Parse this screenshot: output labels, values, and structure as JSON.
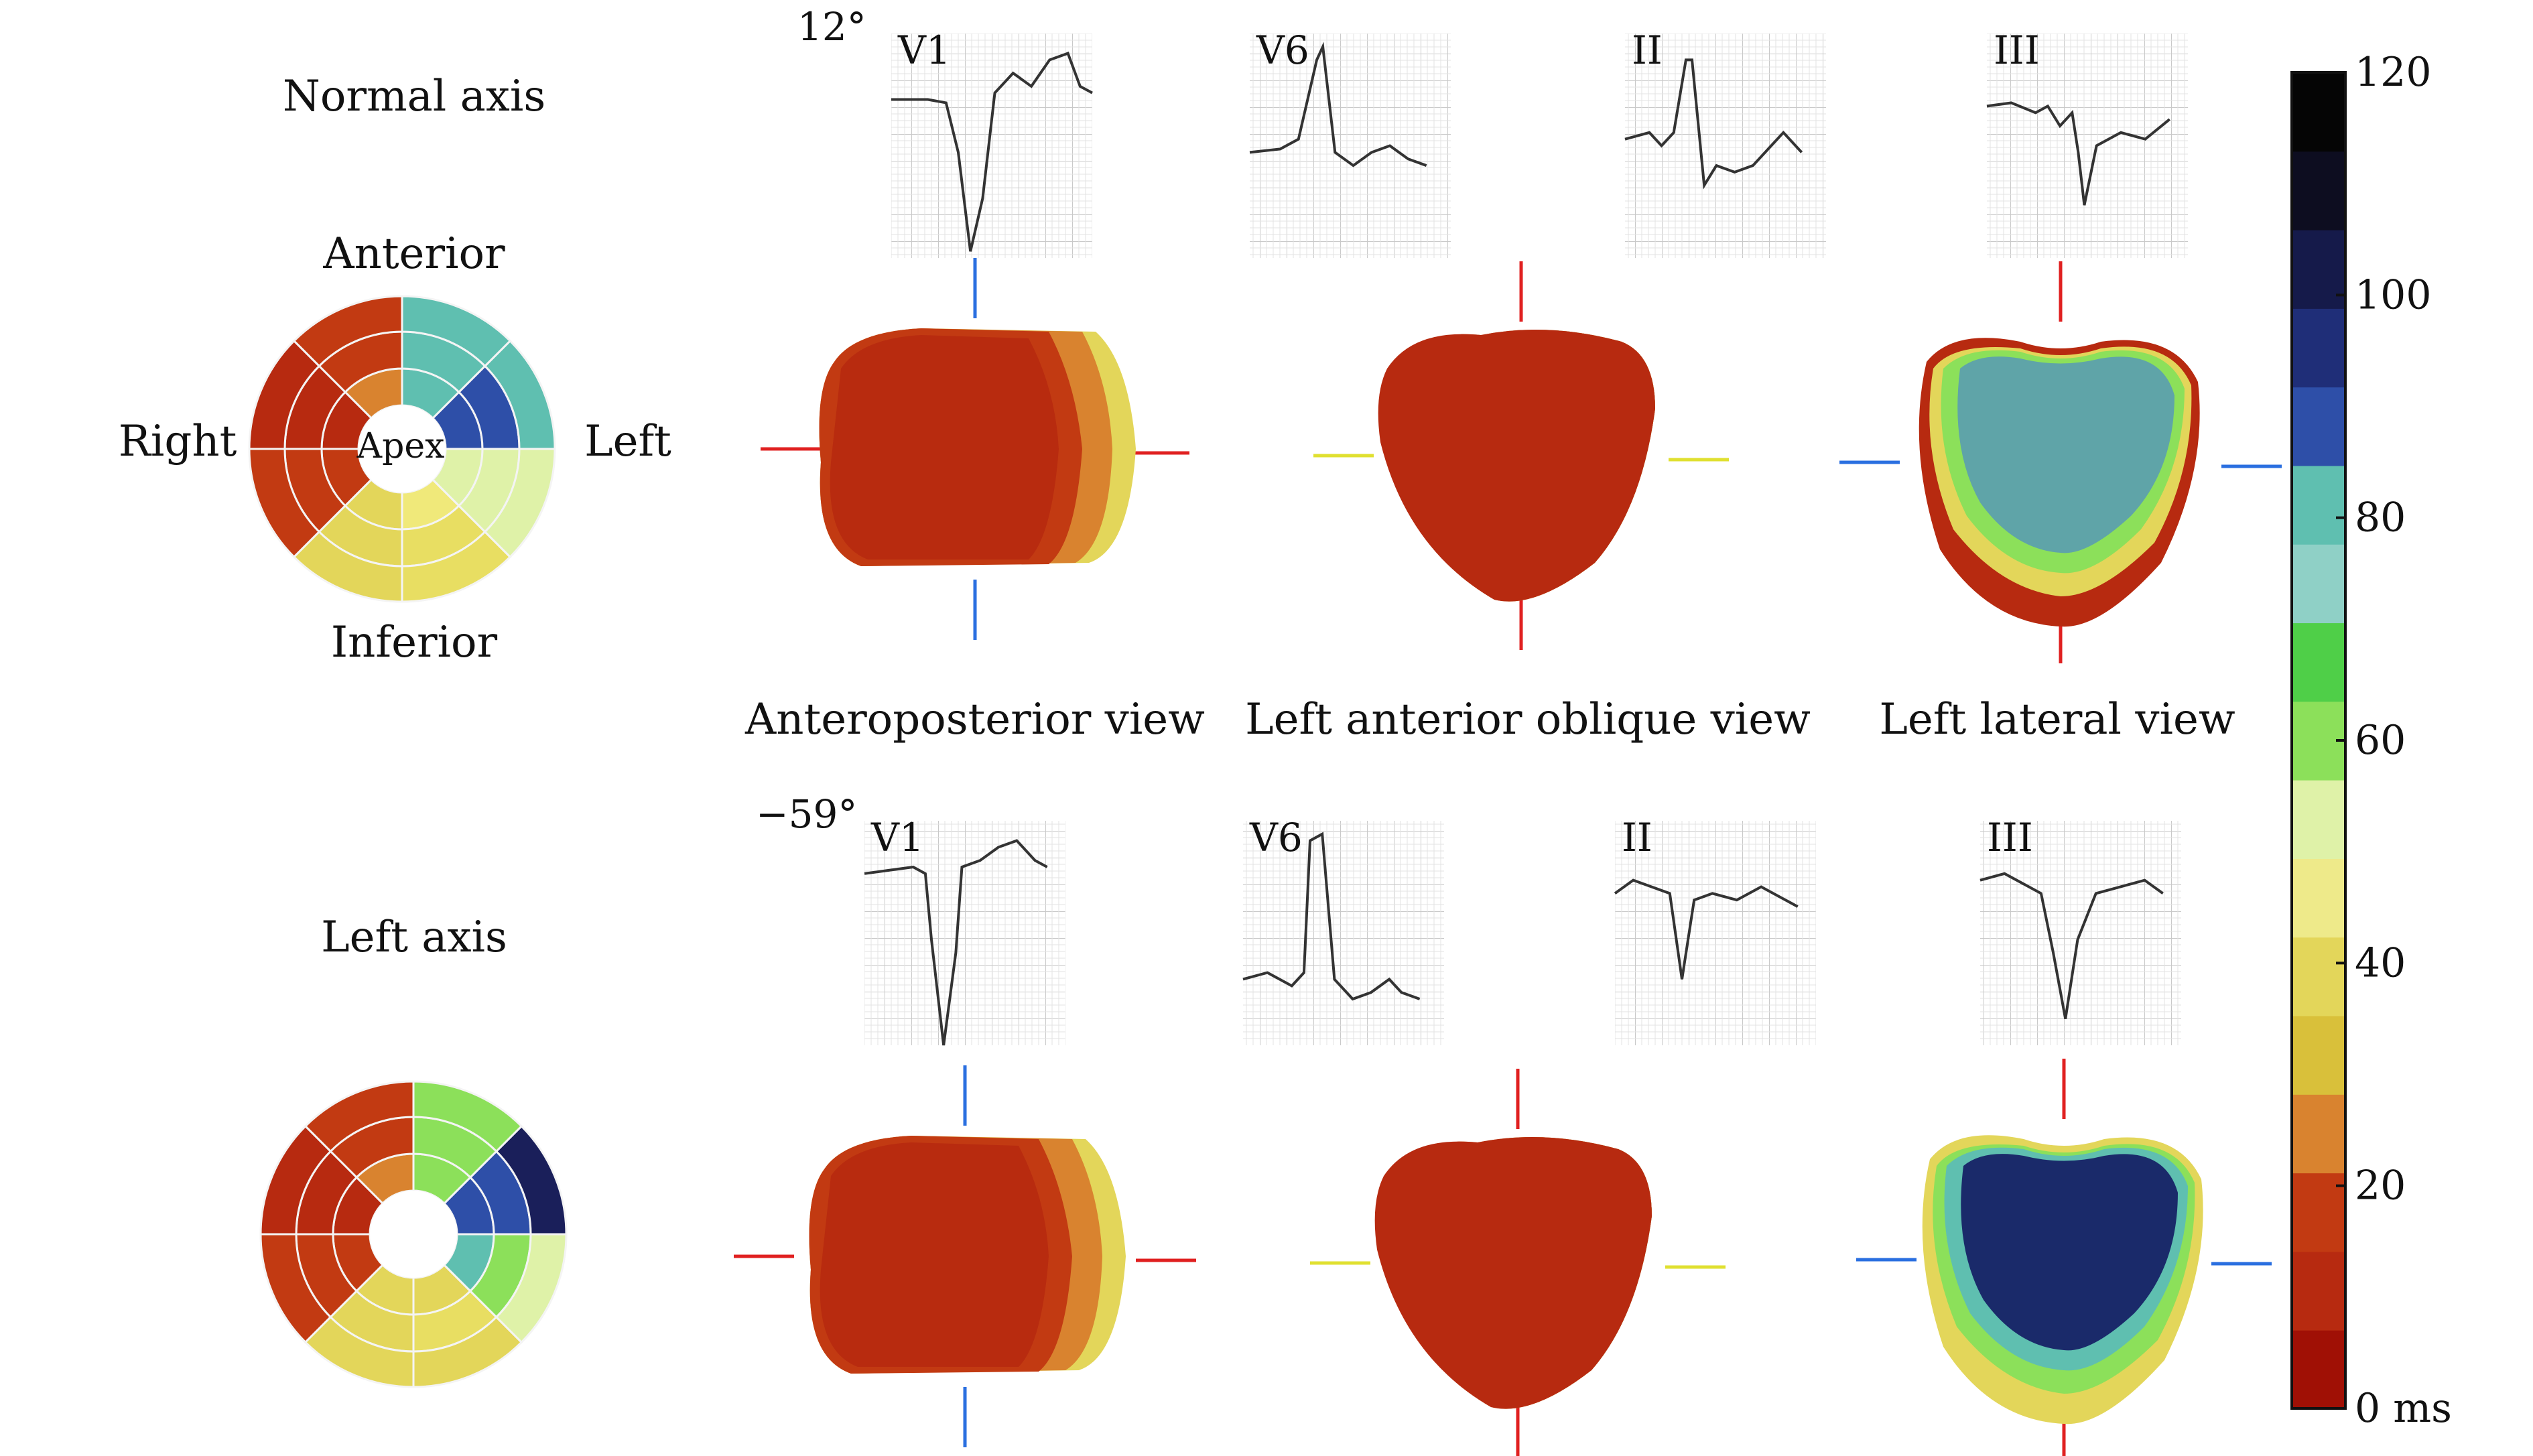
{
  "rows": [
    {
      "axis_label": "Normal axis",
      "angle": "12°",
      "bullseye": {
        "labels": {
          "top": "Anterior",
          "bottom": "Inferior",
          "left": "Right",
          "right": "Left",
          "center": "Apex"
        },
        "inner": [
          "#d9832f",
          "#b72a10",
          "#c23a12",
          "#e3d65a",
          "#f0e97a",
          "#dff2a8",
          "#2e4fa8",
          "#5fbfb0"
        ],
        "middle": [
          "#c23a12",
          "#b72a10",
          "#c23a12",
          "#e3d65a",
          "#e8de62",
          "#dff2a8",
          "#2e4fa8",
          "#5fbfb0"
        ],
        "outer": [
          "#c23a12",
          "#b72a10",
          "#c23a12",
          "#e3d65a",
          "#e8de62",
          "#dff2a8",
          "#5fbfb0",
          "#5fbfb0"
        ]
      },
      "leads": [
        "V1",
        "V6",
        "II",
        "III"
      ]
    },
    {
      "axis_label": "Left axis",
      "angle": "−59°",
      "bullseye": {
        "labels": {
          "top": "",
          "bottom": "",
          "left": "",
          "right": "",
          "center": ""
        },
        "inner": [
          "#d9832f",
          "#b72a10",
          "#c23a12",
          "#e3d65a",
          "#e3d65a",
          "#5fbfb0",
          "#2e4fa8",
          "#8ce05a"
        ],
        "middle": [
          "#c23a12",
          "#b72a10",
          "#c23a12",
          "#e3d65a",
          "#e8de62",
          "#8ce05a",
          "#2e4fa8",
          "#8ce05a"
        ],
        "outer": [
          "#c23a12",
          "#b72a10",
          "#c23a12",
          "#e3d65a",
          "#e3d65a",
          "#dff2a8",
          "#1a1f5a",
          "#8ce05a"
        ]
      },
      "leads": [
        "V1",
        "V6",
        "II",
        "III"
      ]
    }
  ],
  "views": [
    "Anteroposterior view",
    "Left anterior oblique view",
    "Left lateral view"
  ],
  "colorbar": {
    "ticks": [
      "120",
      "100",
      "80",
      "60",
      "40",
      "20",
      "0 ms"
    ],
    "colors": [
      "#a01005",
      "#b72a10",
      "#c23a12",
      "#d9832f",
      "#d9c03a",
      "#e3d65a",
      "#eeea8a",
      "#dff2a8",
      "#8ce05a",
      "#4fcf48",
      "#8fd0c6",
      "#5fbfb0",
      "#2e4fa8",
      "#1f2e78",
      "#151a4a",
      "#0d0d20",
      "#050505"
    ]
  },
  "hearts": [
    {
      "view": "ap",
      "palette": [
        "#b72a10",
        "#c23a12",
        "#d9832f",
        "#e3d65a"
      ]
    },
    {
      "view": "lao",
      "palette": [
        "#b72a10",
        "#d9832f",
        "#e3d65a",
        "#8ce05a",
        "#6f9aa0"
      ]
    },
    {
      "view": "ll",
      "palette": [
        "#b72a10",
        "#e3d65a",
        "#8ce05a",
        "#5fa4a8"
      ]
    },
    {
      "view": "ap",
      "palette": [
        "#b72a10",
        "#c23a12",
        "#d9832f",
        "#e3d65a"
      ]
    },
    {
      "view": "lao",
      "palette": [
        "#b72a10",
        "#d9832f",
        "#e3d65a",
        "#8ce05a",
        "#1a2a6a"
      ]
    },
    {
      "view": "ll",
      "palette": [
        "#e3d65a",
        "#8ce05a",
        "#5fbfb0",
        "#1a2a6a"
      ]
    }
  ]
}
